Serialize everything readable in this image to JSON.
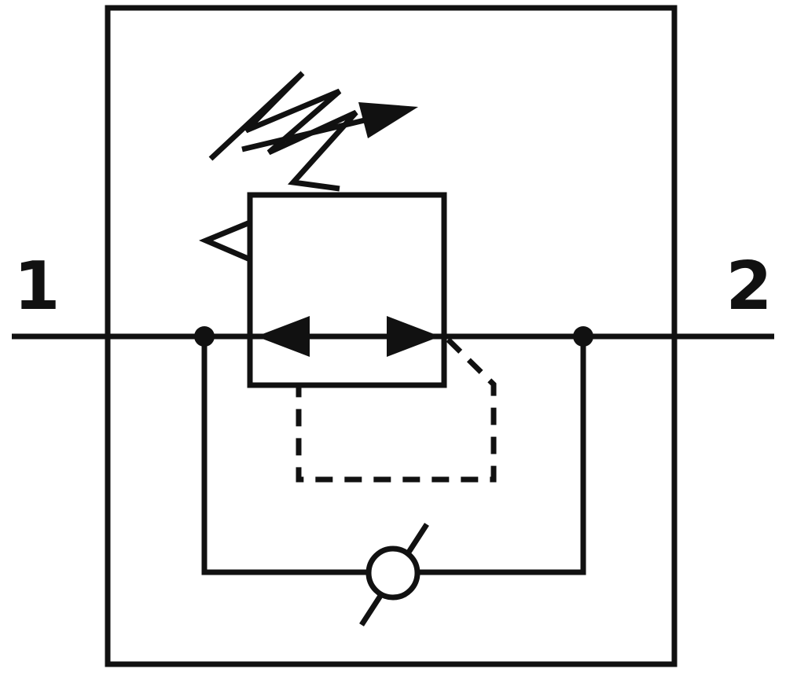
{
  "diagram": {
    "type": "pneumatic-schematic",
    "name": "pressure regulator with bypass check valve",
    "ports": {
      "port1": "1",
      "port2": "2"
    },
    "colors": {
      "line": "#111111",
      "background": "#ffffff"
    },
    "icons": {
      "spring": "adjustable-spring-icon",
      "adjustment_arrow": "adjustment-arrow-icon",
      "pilot_head": "pilot-arrowhead-icon",
      "check_valve": "check-valve-icon",
      "flow_arrows": "flow-direction-arrows"
    }
  }
}
